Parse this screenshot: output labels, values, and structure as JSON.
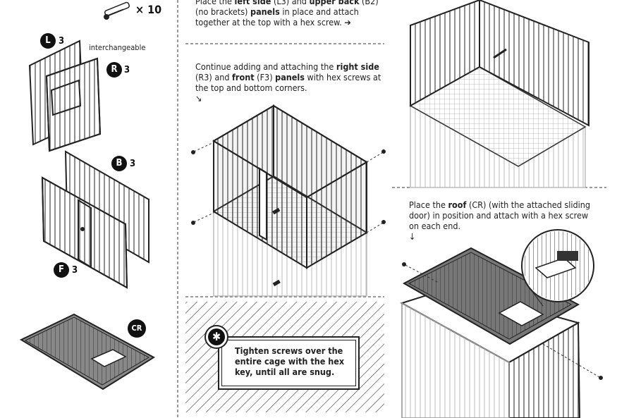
{
  "hardware": {
    "count": "× 10",
    "icon": "hex-screw-icon"
  },
  "parts": {
    "left": {
      "letter": "L",
      "qty": "3"
    },
    "right": {
      "letter": "R",
      "qty": "3"
    },
    "interchangeable": "interchangeable",
    "back": {
      "letter": "B",
      "qty": "3"
    },
    "front": {
      "letter": "F",
      "qty": "3"
    },
    "roof": {
      "letter": "CR"
    }
  },
  "step_top": {
    "pre1": "Place the ",
    "b1": "left side",
    "mid1": " (L3) and ",
    "b2": "upper back",
    "mid2": " (B2)",
    "line2a": "(no brackets) ",
    "b3": "panels",
    "line2b": " in place and attach",
    "line3": "together at the top with a hex screw. ➔"
  },
  "step_mid": {
    "pre": "Continue adding and attaching the ",
    "b1": "right side",
    "l2a": "(R3) and ",
    "b2": "front",
    "l2b": " (F3) ",
    "b3": "panels",
    "l2c": " with hex screws at",
    "l3": "the top and bottom corners.",
    "arrow": "↘"
  },
  "step_roof": {
    "pre": "Place the ",
    "b1": "roof",
    "l1b": " (CR) (with the attached sliding",
    "l2": "door) in position and attach with a hex screw",
    "l3": "on each end.",
    "arrow": "↓"
  },
  "note": {
    "icon": "✱",
    "text": "Tighten screws over the entire cage with the hex key, until all are snug."
  }
}
